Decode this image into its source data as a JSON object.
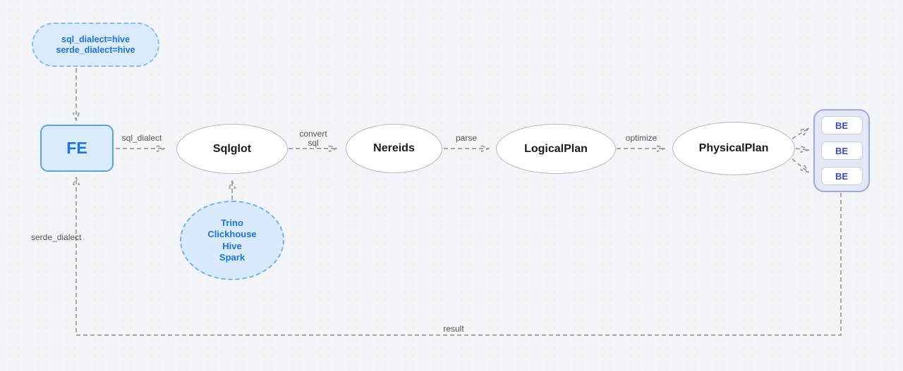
{
  "diagram": {
    "config_note": {
      "lines": [
        "sql_dialect=hive",
        "serde_dialect=hive"
      ]
    },
    "fe_node": {
      "label": "FE"
    },
    "pipeline_nodes": {
      "sqlglot": {
        "label": "Sqlglot"
      },
      "nereids": {
        "label": "Nereids"
      },
      "logical_plan": {
        "label": "LogicalPlan"
      },
      "physical_plan": {
        "label": "PhysicalPlan"
      }
    },
    "dialects_note": {
      "lines": [
        "Trino",
        "Clickhouse",
        "Hive",
        "Spark"
      ]
    },
    "be_group": {
      "nodes": [
        "BE",
        "BE",
        "BE"
      ]
    },
    "edge_labels": {
      "sql_dialect": "sql_dialect",
      "convert_sql": [
        "convert",
        "sql"
      ],
      "parse": "parse",
      "optimize": "optimize",
      "serde_dialect": "serde_dialect",
      "result": "result"
    },
    "colors": {
      "background": "#f4f5f8",
      "accent_blue": "#1a73e8",
      "fe_border": "#5aa2e6",
      "fe_fill": "#d9ecfb",
      "note_border": "#85bdf0",
      "note_fill": "#dcebfb",
      "dialects_border": "#74b2ee",
      "dialects_fill": "#d9eafc",
      "ellipse_border": "#b8b8b8",
      "ellipse_fill": "#ffffff",
      "be_group_border": "#9fa9e2",
      "be_group_fill": "#e4e7f5",
      "be_text": "#3b4ac4",
      "edge_stroke": "#9a9a9a",
      "edge_label": "#555555"
    }
  }
}
